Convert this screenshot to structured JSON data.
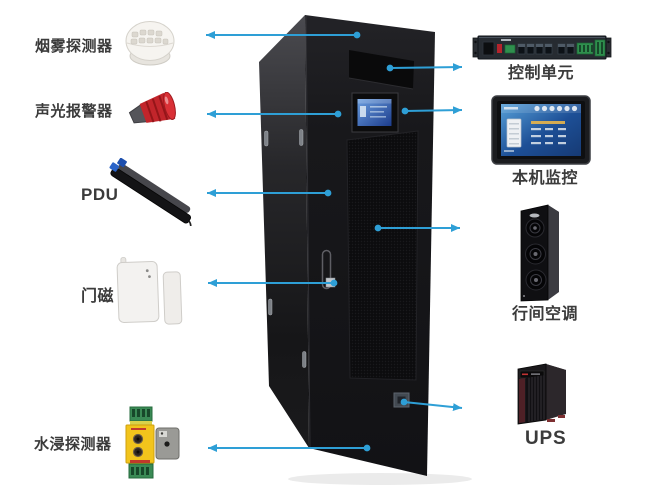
{
  "colors": {
    "background": "#ffffff",
    "arrow": "#2e9fd6",
    "label_text": "#3b3b3b",
    "cabinet_front": "#18181b",
    "cabinet_side": "#2b2b2e",
    "cabinet_screen_blue": "#2d62b5"
  },
  "left_column": {
    "smoke_detector": {
      "label": "烟雾探测器"
    },
    "sound_light_alarm": {
      "label": "声光报警器"
    },
    "pdu": {
      "label": "PDU"
    },
    "door_magnet": {
      "label": "门磁"
    },
    "water_leak_detector": {
      "label": "水浸探测器"
    }
  },
  "right_column": {
    "control_unit": {
      "label": "控制单元"
    },
    "local_monitor": {
      "label": "本机监控"
    },
    "row_air_conditioner": {
      "label": "行间空调"
    },
    "ups": {
      "label": "UPS"
    }
  }
}
